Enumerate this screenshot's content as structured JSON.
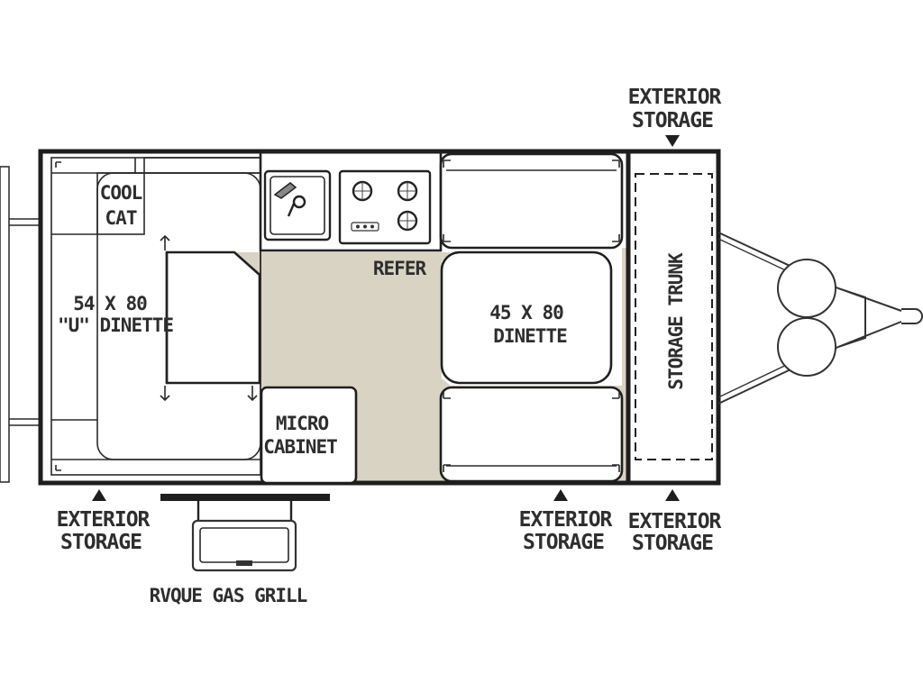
{
  "labels": {
    "exterior_storage_top": [
      "EXTERIOR",
      "STORAGE"
    ],
    "cool_cat": [
      "COOL",
      "CAT"
    ],
    "u_dinette": [
      "54 X 80",
      "\"U\" DINETTE"
    ],
    "refer": "REFER",
    "dinette_45": [
      "45 X 80",
      "DINETTE"
    ],
    "storage_trunk": "STORAGE TRUNK",
    "micro_cabinet": [
      "MICRO",
      "CABINET"
    ],
    "exterior_storage_left": [
      "EXTERIOR",
      "STORAGE"
    ],
    "exterior_storage_mid": [
      "EXTERIOR",
      "STORAGE"
    ],
    "exterior_storage_right": [
      "EXTERIOR",
      "STORAGE"
    ],
    "gas_grill": "RVQUE GAS GRILL"
  },
  "colors": {
    "walls": "#1e1e1e",
    "floor": "#d9d3c3",
    "text": "#2e2e2e"
  }
}
